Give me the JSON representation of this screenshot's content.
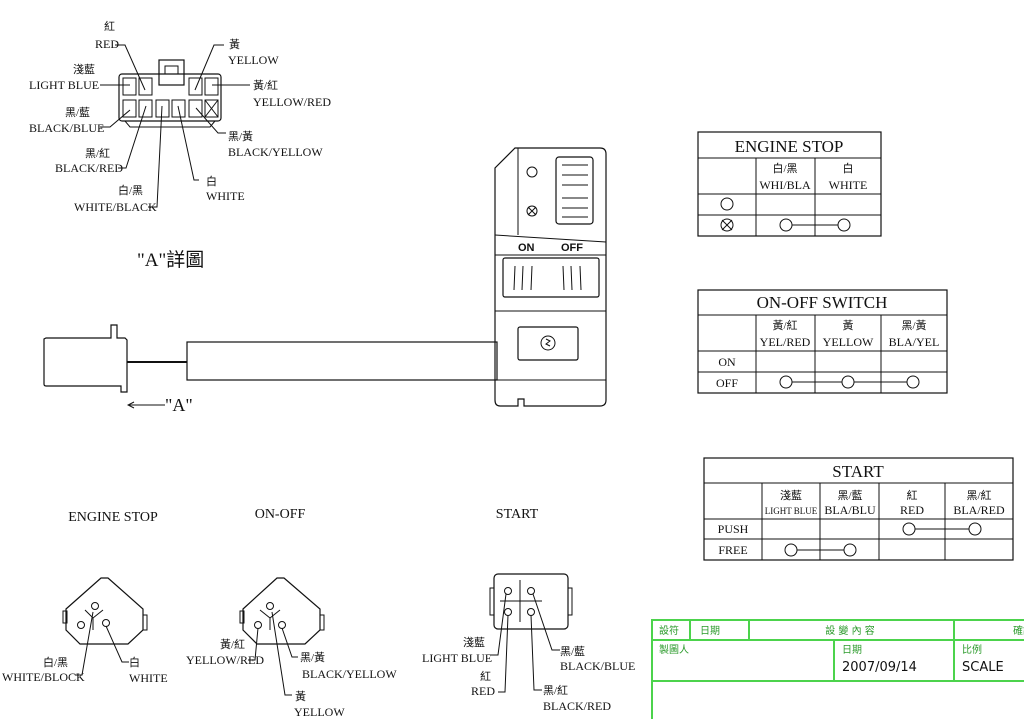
{
  "detail_view": {
    "title": "\"A\"詳圖",
    "pins": [
      {
        "cn": "紅",
        "en": "RED"
      },
      {
        "cn": "淺藍",
        "en": "LIGHT BLUE"
      },
      {
        "cn": "黑/藍",
        "en": "BLACK/BLUE"
      },
      {
        "cn": "黑/紅",
        "en": "BLACK/RED"
      },
      {
        "cn": "白/黑",
        "en": "WHITE/BLACK"
      },
      {
        "cn": "黃",
        "en": "YELLOW"
      },
      {
        "cn": "黃/紅",
        "en": "YELLOW/RED"
      },
      {
        "cn": "黑/黃",
        "en": "BLACK/YELLOW"
      },
      {
        "cn": "白",
        "en": "WHITE"
      }
    ]
  },
  "switch_housing": {
    "on_label": "ON",
    "off_label": "OFF",
    "arrow_label": "\"A\""
  },
  "tables": {
    "engine_stop": {
      "title": "ENGINE STOP",
      "columns": [
        {
          "cn": "白/黑",
          "en": "WHI/BLA"
        },
        {
          "cn": "白",
          "en": "WHITE"
        }
      ],
      "rows": [
        {
          "label": "run-icon",
          "connected": []
        },
        {
          "label": "stop-icon",
          "connected": [
            0,
            1
          ]
        }
      ]
    },
    "on_off": {
      "title": "ON-OFF SWITCH",
      "columns": [
        {
          "cn": "黃/紅",
          "en": "YEL/RED"
        },
        {
          "cn": "黃",
          "en": "YELLOW"
        },
        {
          "cn": "黑/黃",
          "en": "BLA/YEL"
        }
      ],
      "rows": [
        {
          "label": "ON",
          "connected": []
        },
        {
          "label": "OFF",
          "connected": [
            0,
            1,
            2
          ]
        }
      ]
    },
    "start": {
      "title": "START",
      "columns": [
        {
          "cn": "淺藍",
          "en": "LIGHT BLUE"
        },
        {
          "cn": "黑/藍",
          "en": "BLA/BLU"
        },
        {
          "cn": "紅",
          "en": "RED"
        },
        {
          "cn": "黑/紅",
          "en": "BLA/RED"
        }
      ],
      "rows": [
        {
          "label": "PUSH",
          "connected": [
            2,
            3
          ]
        },
        {
          "label": "FREE",
          "connected": [
            0,
            1
          ]
        }
      ]
    }
  },
  "connectors": {
    "engine_stop": {
      "title": "ENGINE STOP",
      "wires": [
        {
          "cn": "白/黑",
          "en": "WHITE/BLOCK"
        },
        {
          "cn": "白",
          "en": "WHITE"
        }
      ]
    },
    "on_off": {
      "title": "ON-OFF",
      "wires": [
        {
          "cn": "黃/紅",
          "en": "YELLOW/RED"
        },
        {
          "cn": "黑/黃",
          "en": "BLACK/YELLOW"
        },
        {
          "cn": "黃",
          "en": "YELLOW"
        }
      ]
    },
    "start": {
      "title": "START",
      "wires": [
        {
          "cn": "淺藍",
          "en": "LIGHT BLUE"
        },
        {
          "cn": "黑/藍",
          "en": "BLACK/BLUE"
        },
        {
          "cn": "紅",
          "en": "RED"
        },
        {
          "cn": "黑/紅",
          "en": "BLACK/RED"
        }
      ]
    }
  },
  "title_block": {
    "h1": "設符",
    "h2": "日期",
    "h3": "設 變 內 容",
    "h4": "確認",
    "maker_label": "製圖人",
    "date_label": "日期",
    "date_value": "2007/09/14",
    "scale_label": "比例",
    "scale_value": "SCALE"
  },
  "colors": {
    "line": "#111111",
    "title_block": "#4cd34c"
  }
}
